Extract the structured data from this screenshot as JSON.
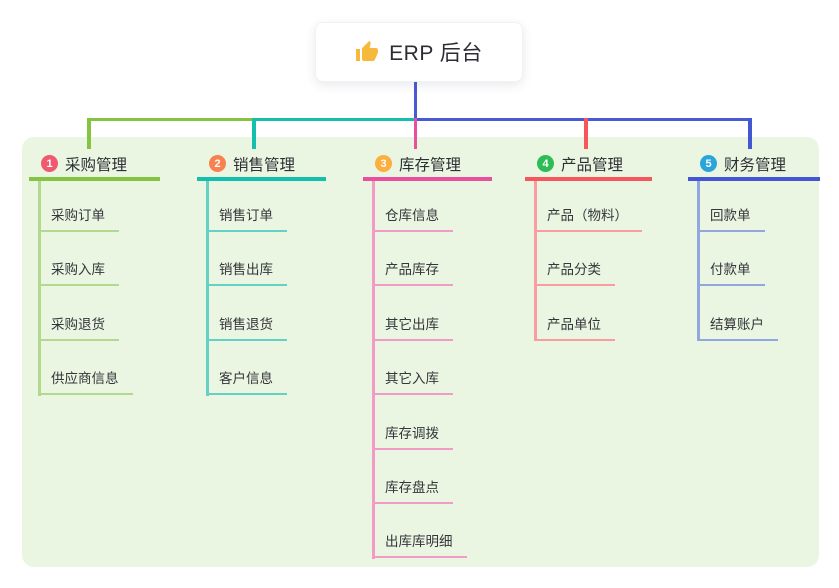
{
  "root": {
    "label": "ERP 后台",
    "icon": "thumbs-up"
  },
  "connector_color": "#4a5ad4",
  "branches": [
    {
      "badge": "1",
      "label": "采购管理",
      "accent": "#84c440",
      "child_line": "#b3d98f",
      "badge_bg": "#f0596e",
      "children": [
        {
          "label": "采购订单"
        },
        {
          "label": "采购入库"
        },
        {
          "label": "采购退货"
        },
        {
          "label": "供应商信息"
        }
      ]
    },
    {
      "badge": "2",
      "label": "销售管理",
      "accent": "#14bfae",
      "child_line": "#63d1c4",
      "badge_bg": "#f8814f",
      "children": [
        {
          "label": "销售订单"
        },
        {
          "label": "销售出库"
        },
        {
          "label": "销售退货"
        },
        {
          "label": "客户信息"
        }
      ]
    },
    {
      "badge": "3",
      "label": "库存管理",
      "accent": "#e8509e",
      "child_line": "#f19cc7",
      "badge_bg": "#fbaf3e",
      "children": [
        {
          "label": "仓库信息"
        },
        {
          "label": "产品库存"
        },
        {
          "label": "其它出库"
        },
        {
          "label": "其它入库"
        },
        {
          "label": "库存调拨"
        },
        {
          "label": "库存盘点"
        },
        {
          "label": "出库库明细"
        }
      ]
    },
    {
      "badge": "4",
      "label": "产品管理",
      "accent": "#f5575d",
      "child_line": "#f99da0",
      "badge_bg": "#2ebd55",
      "children": [
        {
          "label": "产品（物料）"
        },
        {
          "label": "产品分类"
        },
        {
          "label": "产品单位"
        }
      ]
    },
    {
      "badge": "5",
      "label": "财务管理",
      "accent": "#4457d2",
      "child_line": "#92a7e0",
      "badge_bg": "#2aa5dc",
      "children": [
        {
          "label": "回款单"
        },
        {
          "label": "付款单"
        },
        {
          "label": "结算账户"
        }
      ]
    }
  ]
}
